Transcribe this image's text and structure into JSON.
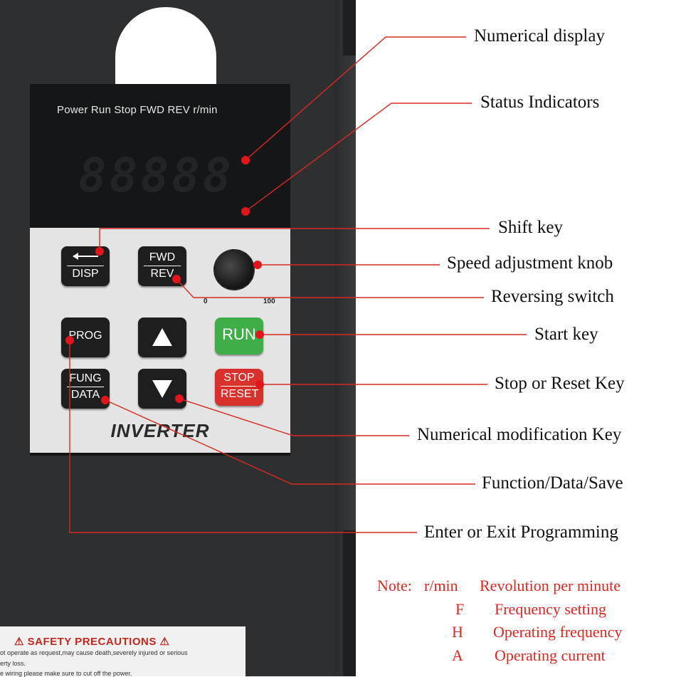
{
  "device": {
    "status_label": "Power Run  Stop  FWD  REV  r/min",
    "display_digits": "88888",
    "keys": {
      "disp": "DISP",
      "fwd": "FWD",
      "rev": "REV",
      "prog": "PROG",
      "run": "RUN",
      "fung": "FUNG",
      "data": "DATA",
      "stop": "STOP",
      "reset": "RESET"
    },
    "knob_min": "0",
    "knob_max": "100",
    "brand_label": "INVERTER"
  },
  "safety": {
    "title": "⚠ SAFETY  PRECAUTIONS ⚠",
    "line1": "ot operate as request,may cause death,severely injured or serious",
    "line2": "erty loss.",
    "line3": "e wiring please make sure to cut off the power."
  },
  "callouts": [
    "Numerical display",
    "Status Indicators",
    "Shift key",
    "Speed adjustment knob",
    "Reversing switch",
    "Start key",
    "Stop or Reset Key",
    "Numerical modification Key",
    "Function/Data/Save",
    "Enter or Exit Programming"
  ],
  "notes": {
    "prefix": "Note:",
    "rows": [
      {
        "symbol": "r/min",
        "meaning": "Revolution per minute"
      },
      {
        "symbol": "F",
        "meaning": "Frequency setting"
      },
      {
        "symbol": "H",
        "meaning": "Operating frequency"
      },
      {
        "symbol": "A",
        "meaning": "Operating current"
      }
    ]
  },
  "colors": {
    "leader_line": "#d82a22",
    "note_text": "#d82a22",
    "run_key": "#3fae49",
    "stop_key": "#d8302a",
    "device_body": "#2e2f31"
  }
}
